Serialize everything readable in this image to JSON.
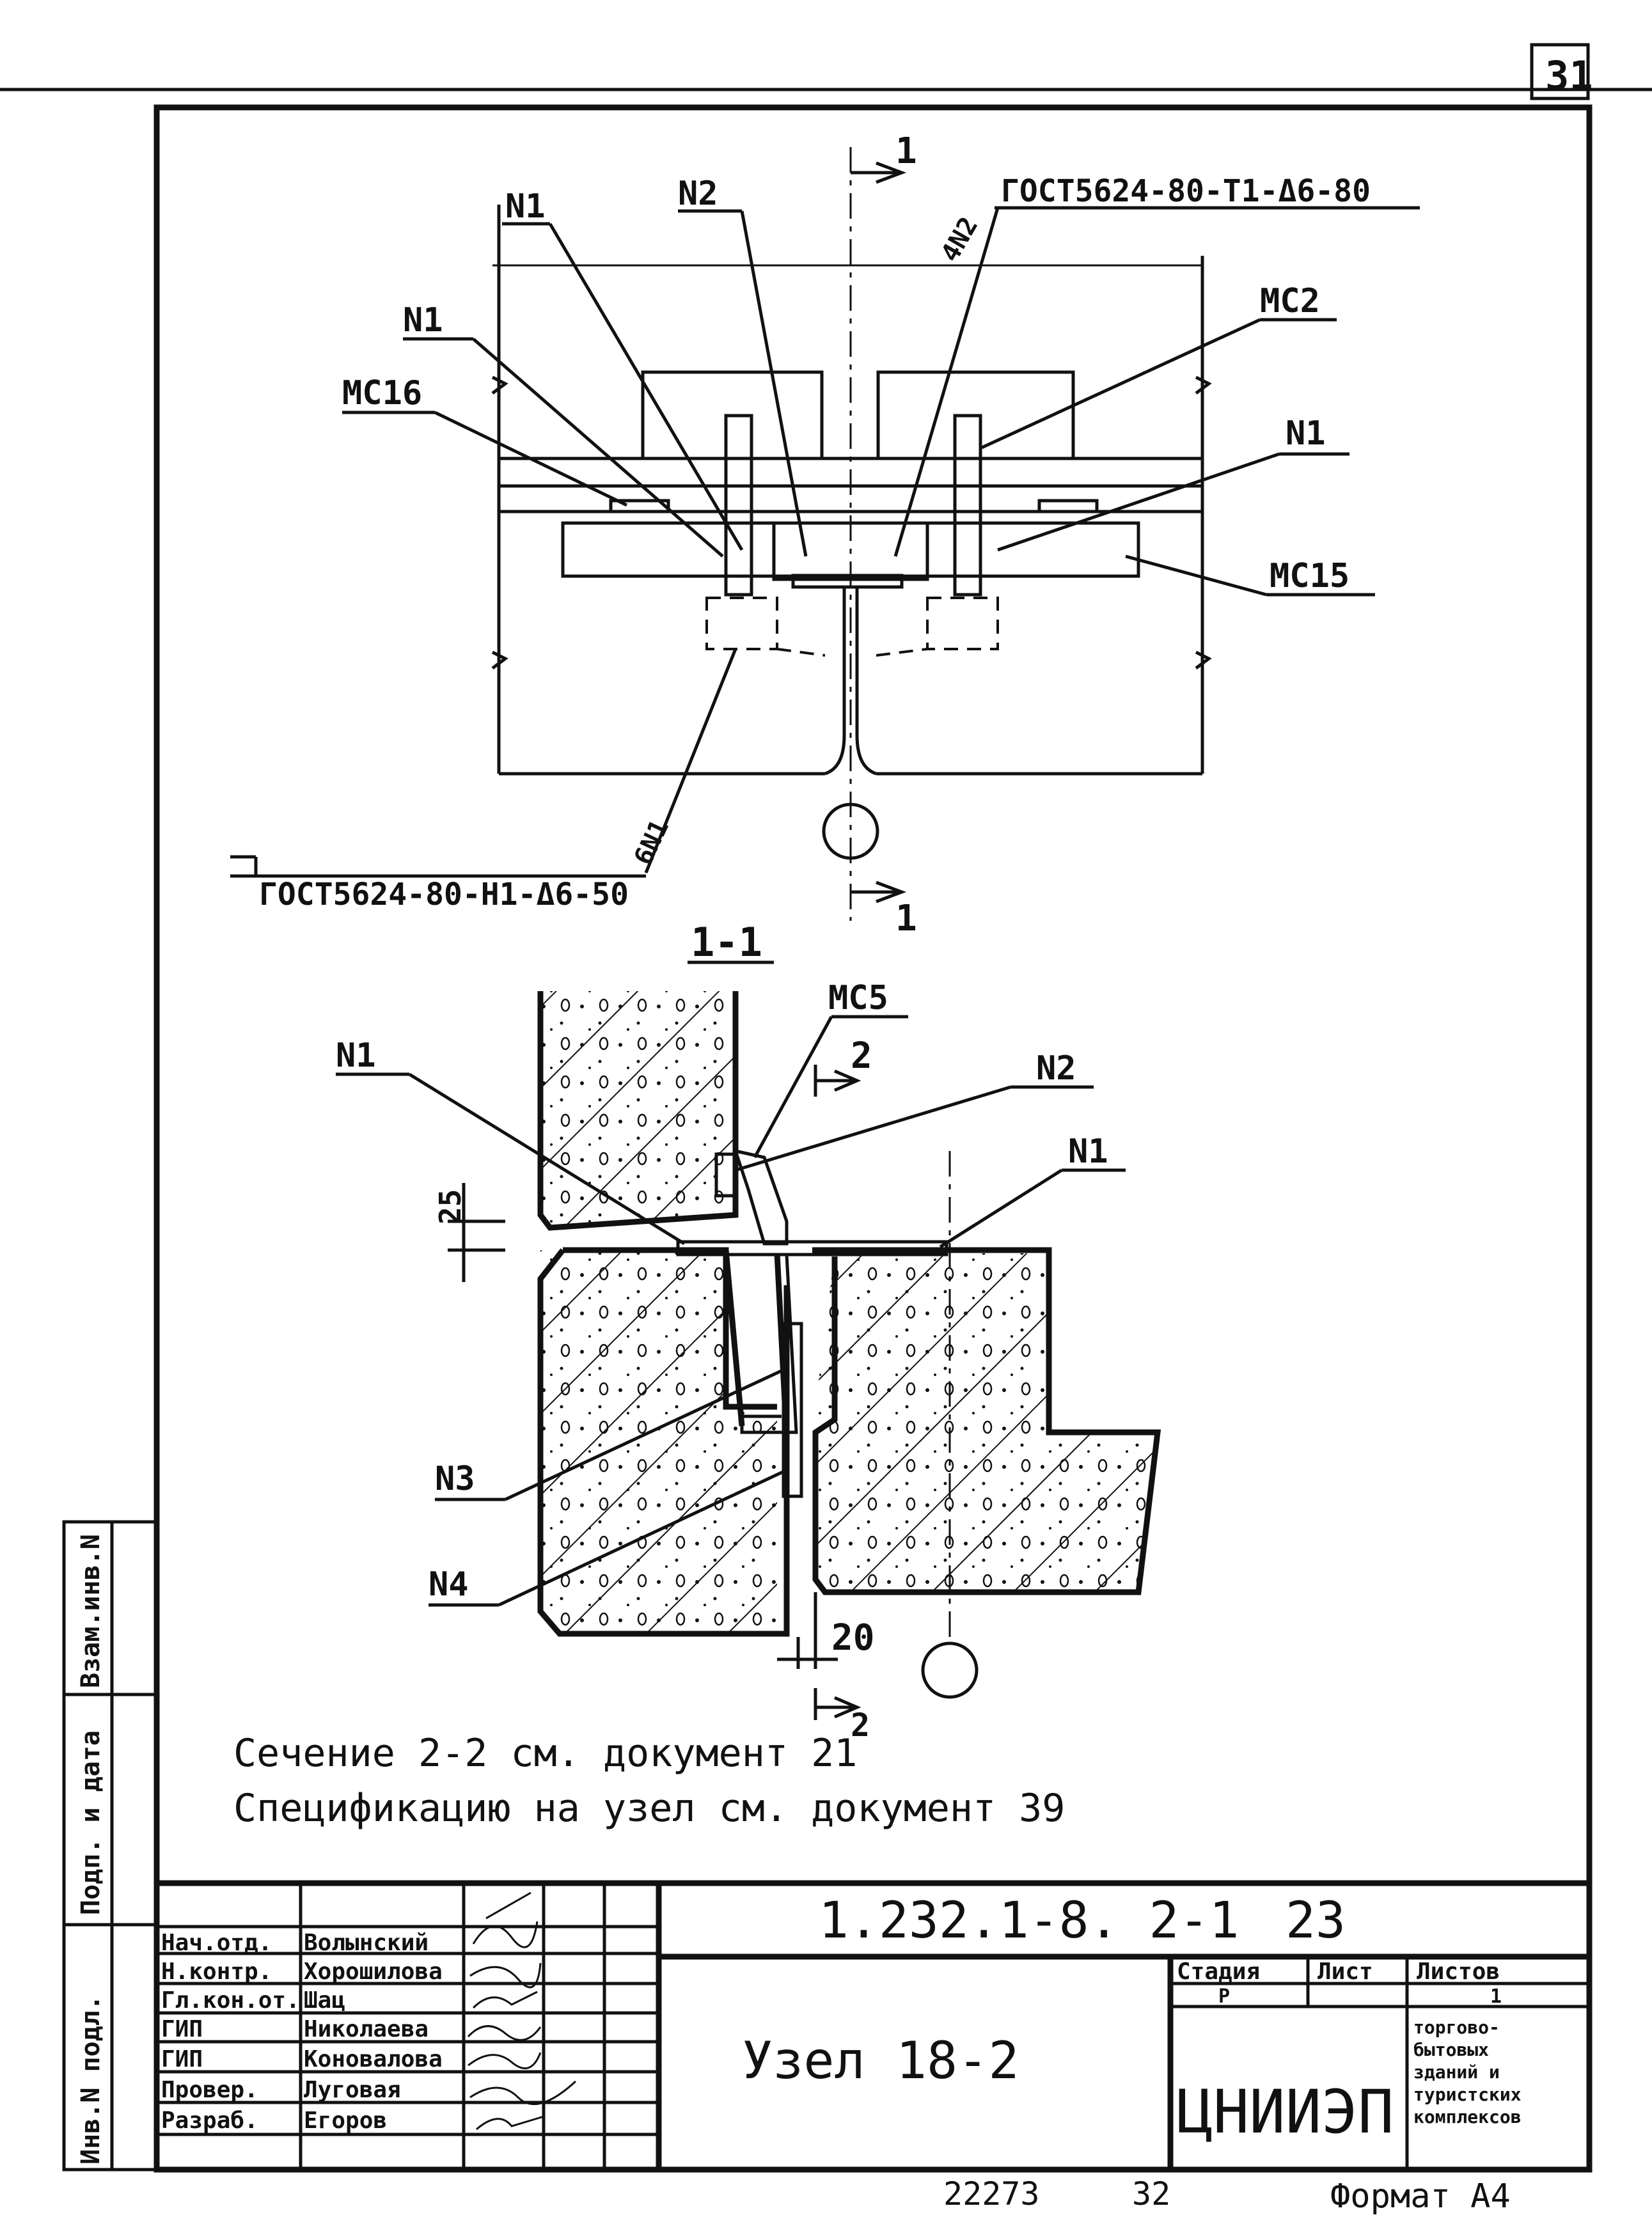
{
  "sheet": {
    "page_number": "31",
    "next_page_number": "32",
    "inventory_number": "22273",
    "format_label": "Формат А4"
  },
  "plan_view": {
    "labels": {
      "n1_top": "N1",
      "n2_top": "N2",
      "n2_rotated": "4N2",
      "gost_top": "ГОСТ5624-80-Т1-Δ6-80",
      "n1_left": "N1",
      "mc2": "MC2",
      "mc16": "MC16",
      "n1_right": "N1",
      "mc15": "MC15",
      "n1_rotated": "6N1",
      "gost_bottom": "ГОСТ5624-80-Н1-Δ6-50",
      "cut_top": "1",
      "cut_bottom": "1"
    }
  },
  "section_view": {
    "title": "1-1",
    "labels": {
      "mc5": "MC5",
      "n1_left": "N1",
      "cut2": "2",
      "n2": "N2",
      "n1_right": "N1",
      "dim_25": "25",
      "n3": "N3",
      "n4": "N4",
      "dim_20": "20",
      "cut2_bottom": "2"
    }
  },
  "notes": {
    "line1": "Сечение 2-2 см. документ 21",
    "line2": "Спецификацию на узел см. документ 39"
  },
  "side_stamp": {
    "vzam": "Взам.инв.N",
    "podp": "Подп. и дата",
    "inv": "Инв.N подл."
  },
  "title_block": {
    "doc_code": "1.232.1-8. 2-1",
    "doc_number": "23",
    "title": "Узел 18-2",
    "stage_header": "Стадия",
    "sheet_header": "Лист",
    "sheets_header": "Листов",
    "stage": "Р",
    "sheets": "1",
    "org": "ЦНИИЭП",
    "org_desc_1": "торгово-",
    "org_desc_2": "бытовых",
    "org_desc_3": "зданий и",
    "org_desc_4": "туристских",
    "org_desc_5": "комплексов",
    "signatures": [
      {
        "role": "Нач.отд.",
        "name": "Волынский"
      },
      {
        "role": "Н.контр.",
        "name": "Хорошилова"
      },
      {
        "role": "Гл.кон.от.",
        "name": "Шац"
      },
      {
        "role": "ГИП",
        "name": "Николаева"
      },
      {
        "role": "ГИП",
        "name": "Коновалова"
      },
      {
        "role": "Провер.",
        "name": "Луговая"
      },
      {
        "role": "Разраб.",
        "name": "Егоров"
      }
    ]
  }
}
